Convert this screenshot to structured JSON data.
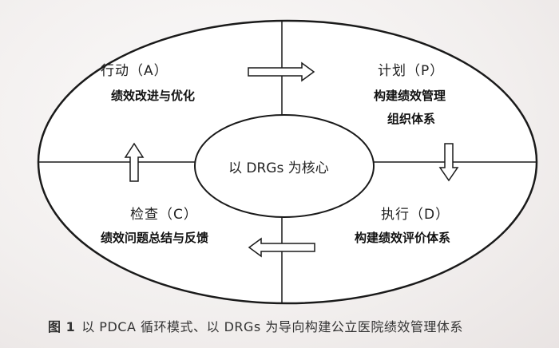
{
  "center": {
    "label": "以 DRGs 为核心"
  },
  "quadrants": {
    "act": {
      "title": "行动（A）",
      "detail_1": "绩效改进与优化"
    },
    "plan": {
      "title": "计划（P）",
      "detail_1": "构建绩效管理",
      "detail_2": "组织体系"
    },
    "check": {
      "title": "检查（C）",
      "detail_1": "绩效问题总结与反馈"
    },
    "do": {
      "title": "执行（D）",
      "detail_1": "构建绩效评价体系"
    }
  },
  "arrows": [
    "arrow-right",
    "arrow-down",
    "arrow-left",
    "arrow-up"
  ],
  "caption": {
    "prefix": "图 1",
    "text": "以 PDCA 循环模式、以 DRGs 为导向构建公立医院绩效管理体系"
  },
  "colors": {
    "line": "#1a1a1a",
    "fill": "#ffffff",
    "background": "#f3f0ef"
  }
}
